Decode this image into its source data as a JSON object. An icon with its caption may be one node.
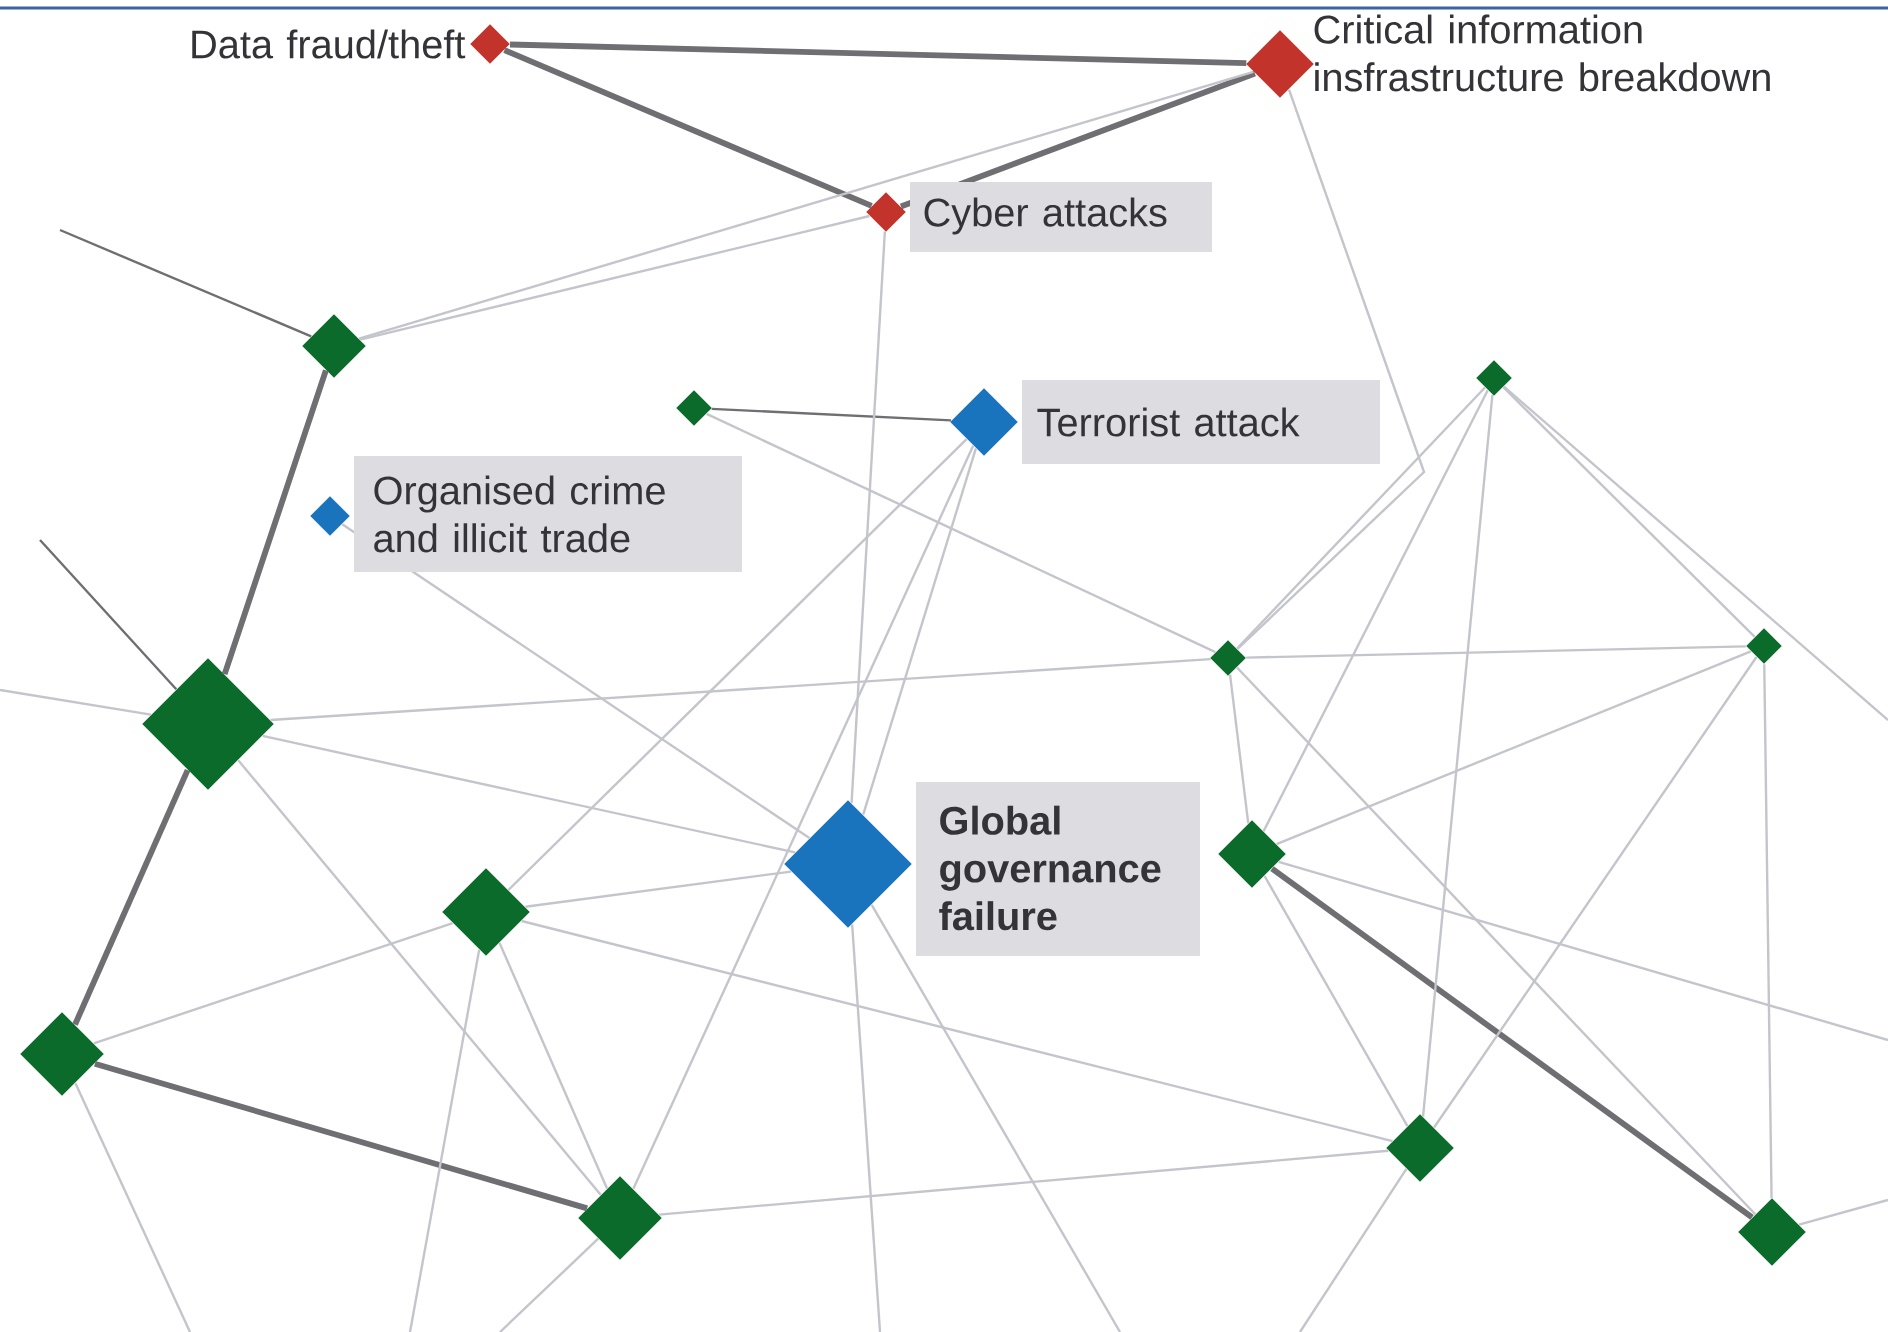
{
  "diagram": {
    "nodes": [
      {
        "text": [
          "Data fraud/theft"
        ]
      },
      {
        "text": [
          "Critical information insfrastructure breakdown"
        ]
      },
      {
        "text": [
          "Cyber attacks"
        ]
      },
      {
        "text": [
          "Terrorist attack"
        ]
      },
      {
        "text": [
          "Organised crime and illicit trade"
        ]
      },
      {
        "text": [
          "Global governance failure"
        ]
      },
      {
        "text": [],
        "shape": "diamond"
      },
      {
        "text": [],
        "shape": "diamond"
      },
      {
        "text": [],
        "shape": "diamond"
      },
      {
        "text": [],
        "shape": "diamond"
      },
      {
        "text": [],
        "shape": "diamond"
      },
      {
        "text": [],
        "shape": "diamond"
      },
      {
        "text": [],
        "shape": "diamond"
      },
      {
        "text": [],
        "shape": "diamond"
      },
      {
        "text": [],
        "shape": "diamond"
      },
      {
        "text": [],
        "shape": "diamond"
      },
      {
        "text": [],
        "shape": "diamond"
      },
      {
        "text": [],
        "shape": "diamond"
      }
    ],
    "edges": [
      {
        "from": 0,
        "to": 1,
        "arrow": "none",
        "style": "thick",
        "color": "#6e6e73"
      },
      {
        "from": 0,
        "to": 2,
        "arrow": "none",
        "style": "thick",
        "color": "#6e6e73"
      },
      {
        "from": 2,
        "to": 1,
        "arrow": "none",
        "style": "thick",
        "color": "#6e6e73"
      },
      {
        "from": 7,
        "to": 3,
        "arrow": "none",
        "color": "#6e6e73"
      },
      {
        "from": null,
        "to": 6,
        "arrow": "none",
        "color": "#6e6e73"
      },
      {
        "from": 6,
        "to": 11,
        "arrow": "none",
        "style": "thick",
        "color": "#6e6e73"
      },
      {
        "from": null,
        "to": 11,
        "arrow": "none",
        "color": "#6e6e73"
      },
      {
        "from": 11,
        "to": 14,
        "arrow": "none",
        "style": "thick",
        "color": "#6e6e73"
      },
      {
        "from": 14,
        "to": 16,
        "arrow": "none",
        "style": "thick",
        "color": "#6e6e73"
      },
      {
        "from": 13,
        "to": 17,
        "arrow": "none",
        "style": "thick",
        "color": "#6e6e73"
      },
      {
        "from": 1,
        "to": 6,
        "arrow": "none"
      },
      {
        "from": 1,
        "to": 9,
        "arrow": "none"
      },
      {
        "from": 2,
        "to": 5,
        "arrow": "none"
      },
      {
        "from": 6,
        "to": 2,
        "arrow": "none"
      },
      {
        "from": 4,
        "to": 5,
        "arrow": "none"
      },
      {
        "from": 9,
        "to": 13,
        "arrow": "none"
      },
      {
        "from": 7,
        "to": 9,
        "arrow": "none"
      },
      {
        "from": 3,
        "to": 5,
        "arrow": "none"
      },
      {
        "from": 3,
        "to": 12,
        "arrow": "none"
      },
      {
        "from": 3,
        "to": 16,
        "arrow": "none"
      },
      {
        "from": 8,
        "to": 10,
        "arrow": "none"
      },
      {
        "from": 8,
        "to": 9,
        "arrow": "none"
      },
      {
        "from": 8,
        "to": 15,
        "arrow": "none"
      },
      {
        "from": 8,
        "to": 13,
        "arrow": "none"
      },
      {
        "from": 9,
        "to": 11,
        "arrow": "none"
      },
      {
        "from": 9,
        "to": 17,
        "arrow": "none"
      },
      {
        "from": 10,
        "to": 9,
        "arrow": "none"
      },
      {
        "from": 10,
        "to": 13,
        "arrow": "none"
      },
      {
        "from": 10,
        "to": 15,
        "arrow": "none"
      },
      {
        "from": 10,
        "to": 17,
        "arrow": "none"
      },
      {
        "from": 11,
        "to": 5,
        "arrow": "none"
      },
      {
        "from": 11,
        "to": 16,
        "arrow": "none"
      },
      {
        "from": 12,
        "to": 16,
        "arrow": "none"
      },
      {
        "from": 12,
        "to": 5,
        "arrow": "none"
      },
      {
        "from": 13,
        "to": 15,
        "arrow": "none"
      },
      {
        "from": 12,
        "to": 15,
        "arrow": "none"
      },
      {
        "from": 16,
        "to": 15,
        "arrow": "none"
      },
      {
        "from": 14,
        "to": 12,
        "arrow": "none"
      },
      {
        "from": 14,
        "to": null,
        "arrow": "none"
      },
      {
        "from": 12,
        "to": null,
        "arrow": "none"
      },
      {
        "from": 5,
        "to": null,
        "arrow": "none"
      },
      {
        "from": 5,
        "to": null,
        "arrow": "none"
      },
      {
        "from": null,
        "to": 11,
        "arrow": "none"
      },
      {
        "from": 16,
        "to": null,
        "arrow": "none"
      },
      {
        "from": 13,
        "to": null,
        "arrow": "none"
      },
      {
        "from": 8,
        "to": null,
        "arrow": "none"
      },
      {
        "from": 17,
        "to": null,
        "arrow": "none"
      },
      {
        "from": 15,
        "to": null,
        "arrow": "none"
      }
    ]
  }
}
